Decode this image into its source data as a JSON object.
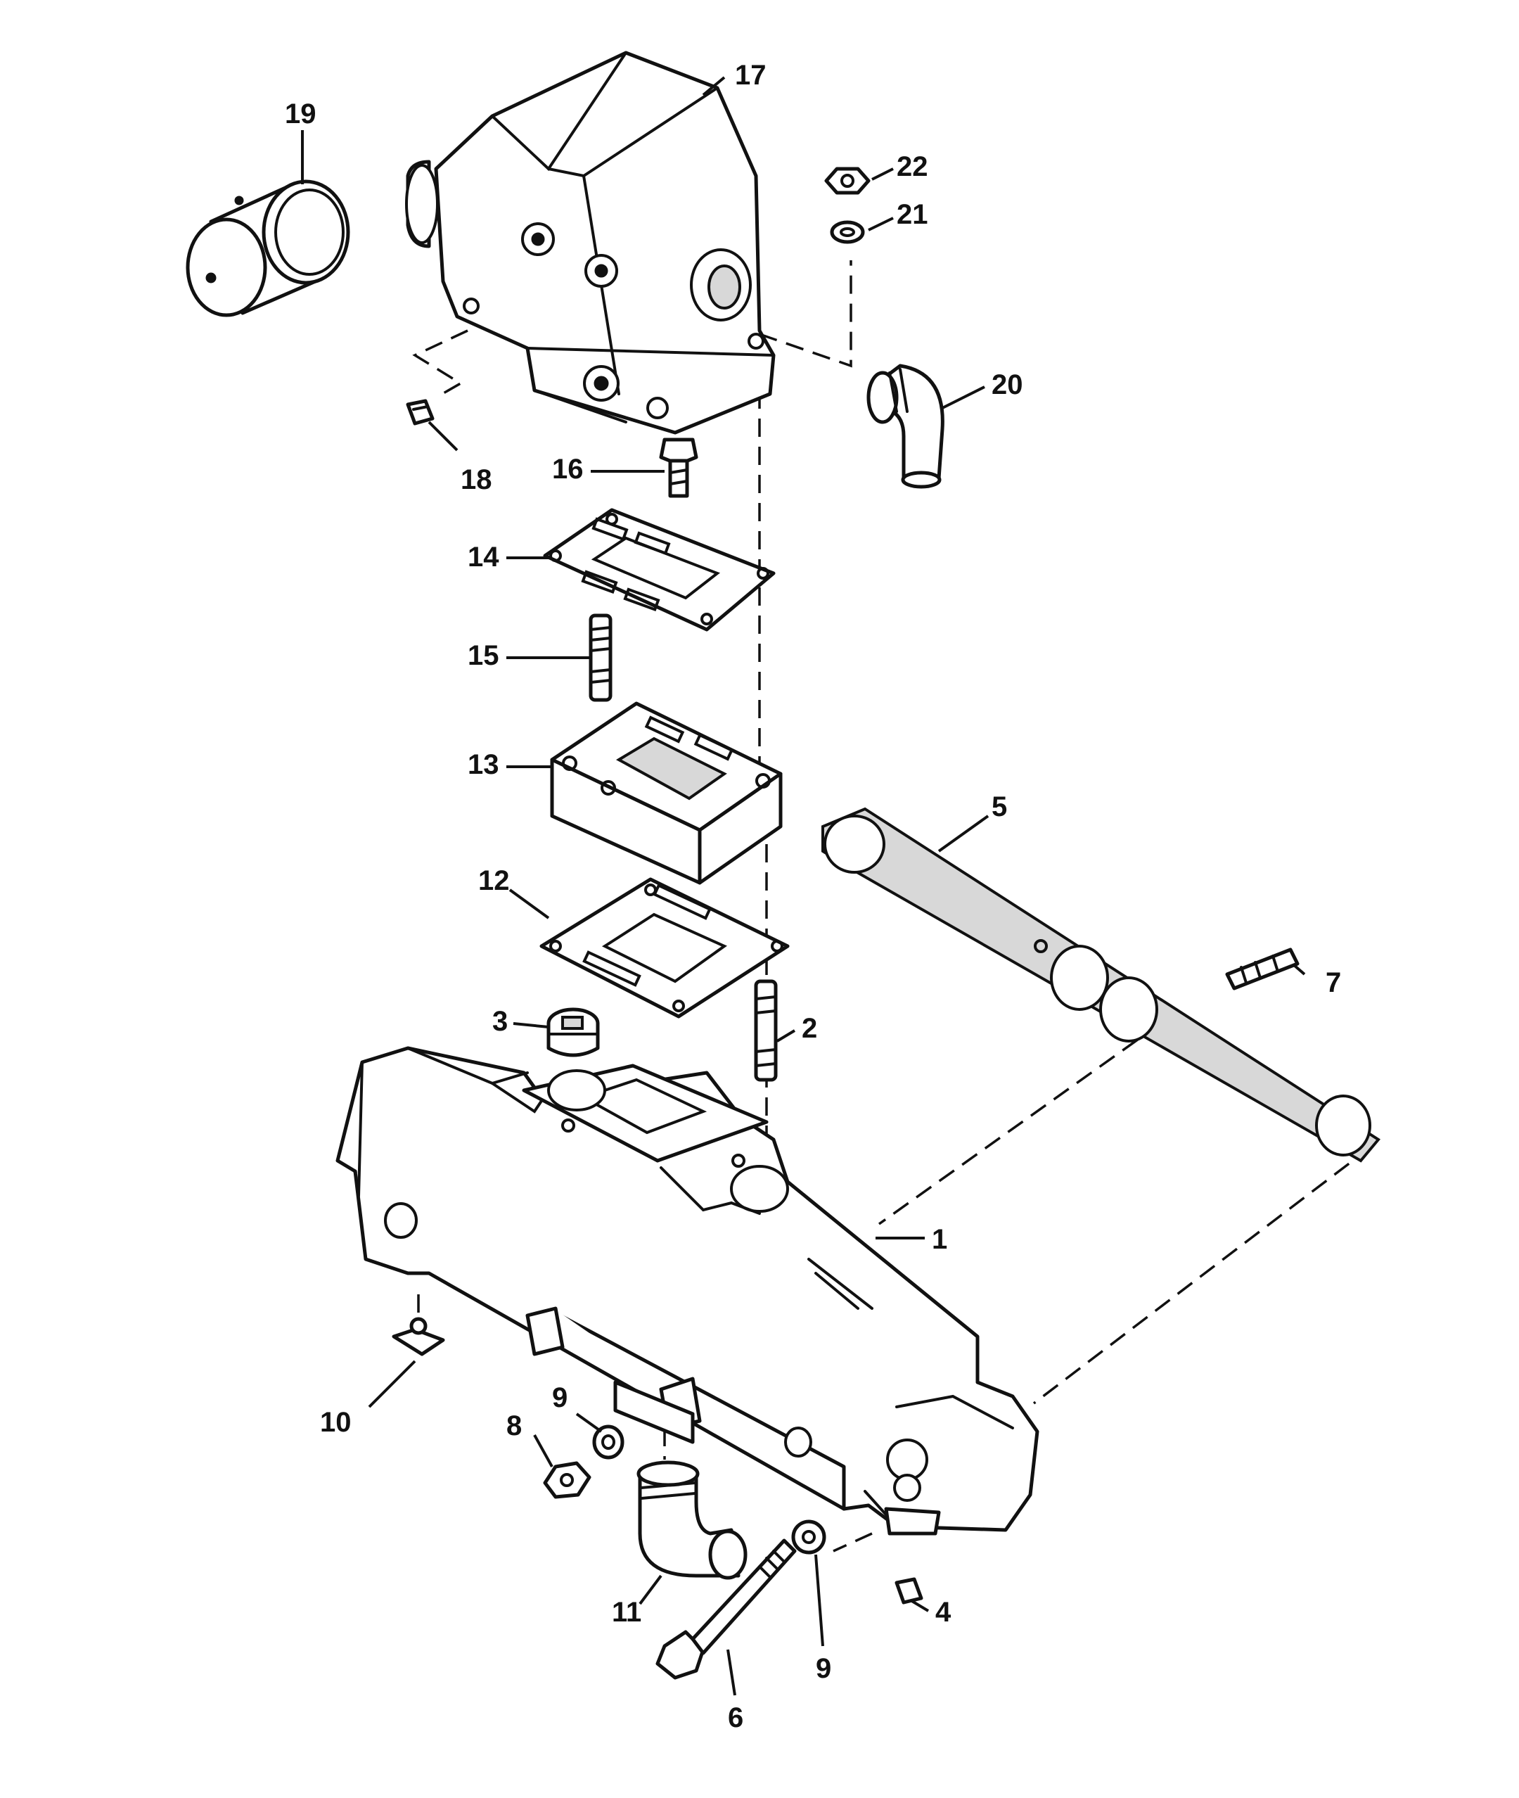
{
  "callouts": {
    "c1": "1",
    "c2": "2",
    "c3": "3",
    "c4": "4",
    "c5": "5",
    "c6": "6",
    "c7": "7",
    "c8": "8",
    "c9a": "9",
    "c9b": "9",
    "c10": "10",
    "c11": "11",
    "c12": "12",
    "c13": "13",
    "c14": "14",
    "c15": "15",
    "c16": "16",
    "c17": "17",
    "c18": "18",
    "c19": "19",
    "c20": "20",
    "c21": "21",
    "c22": "22"
  }
}
